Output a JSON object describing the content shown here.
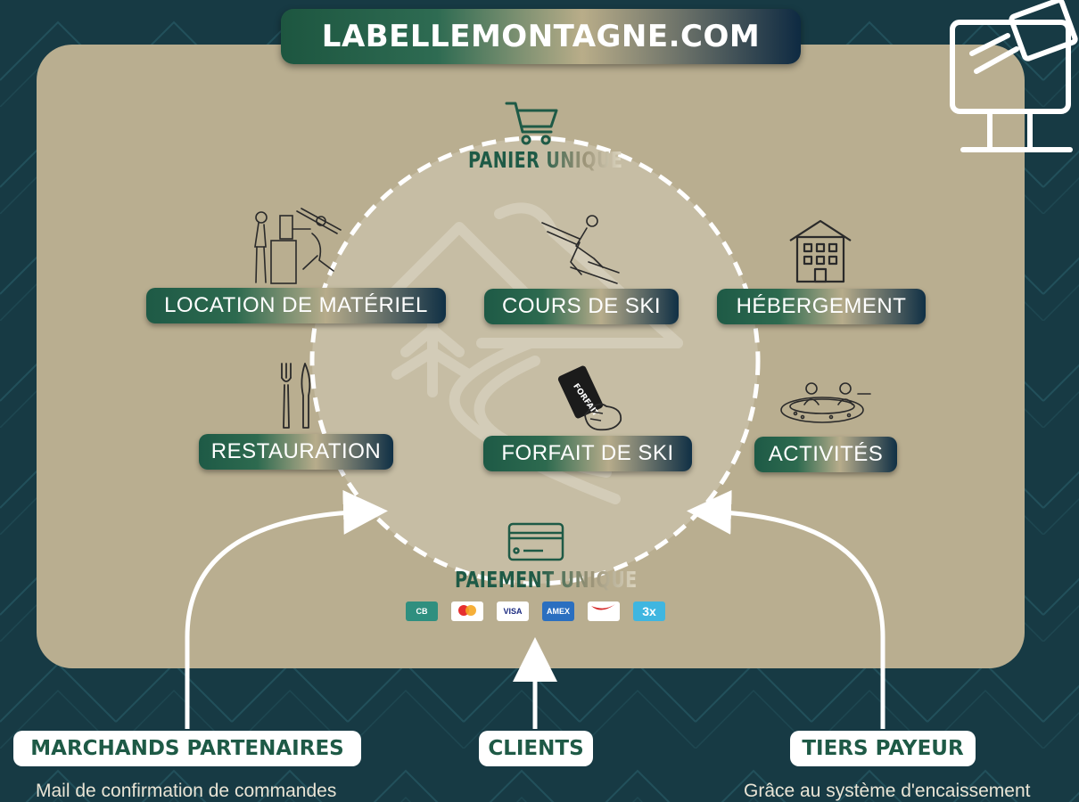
{
  "title": "LABELLEMONTAGNE.COM",
  "cart": {
    "label": "PANIER UNIQUE",
    "icon": "shopping-cart-icon"
  },
  "payment": {
    "label": "PAIEMENT UNIQUE",
    "icon": "credit-card-icon"
  },
  "services": [
    {
      "label": "LOCATION DE MATÉRIEL",
      "icon": "ski-rental-shop-icon"
    },
    {
      "label": "COURS DE SKI",
      "icon": "skier-icon"
    },
    {
      "label": "HÉBERGEMENT",
      "icon": "building-icon"
    },
    {
      "label": "RESTAURATION",
      "icon": "fork-knife-icon"
    },
    {
      "label": "FORFAIT DE SKI",
      "icon": "ski-pass-hand-icon"
    },
    {
      "label": "ACTIVITÉS",
      "icon": "hot-tub-icon"
    }
  ],
  "payment_methods": [
    "CB",
    "mastercard",
    "VISA",
    "AMEX",
    "ancv",
    "3x"
  ],
  "actors": [
    {
      "label": "MARCHANDS PARTENAIRES",
      "caption": "Mail de confirmation de commandes"
    },
    {
      "label": "CLIENTS",
      "caption": ""
    },
    {
      "label": "TIERS PAYEUR",
      "caption": "Grâce au système d'encaissement"
    }
  ],
  "colors": {
    "background": "#173a44",
    "panel": "#b9ae90",
    "accent_green": "#1e5a46",
    "white": "#ffffff"
  }
}
